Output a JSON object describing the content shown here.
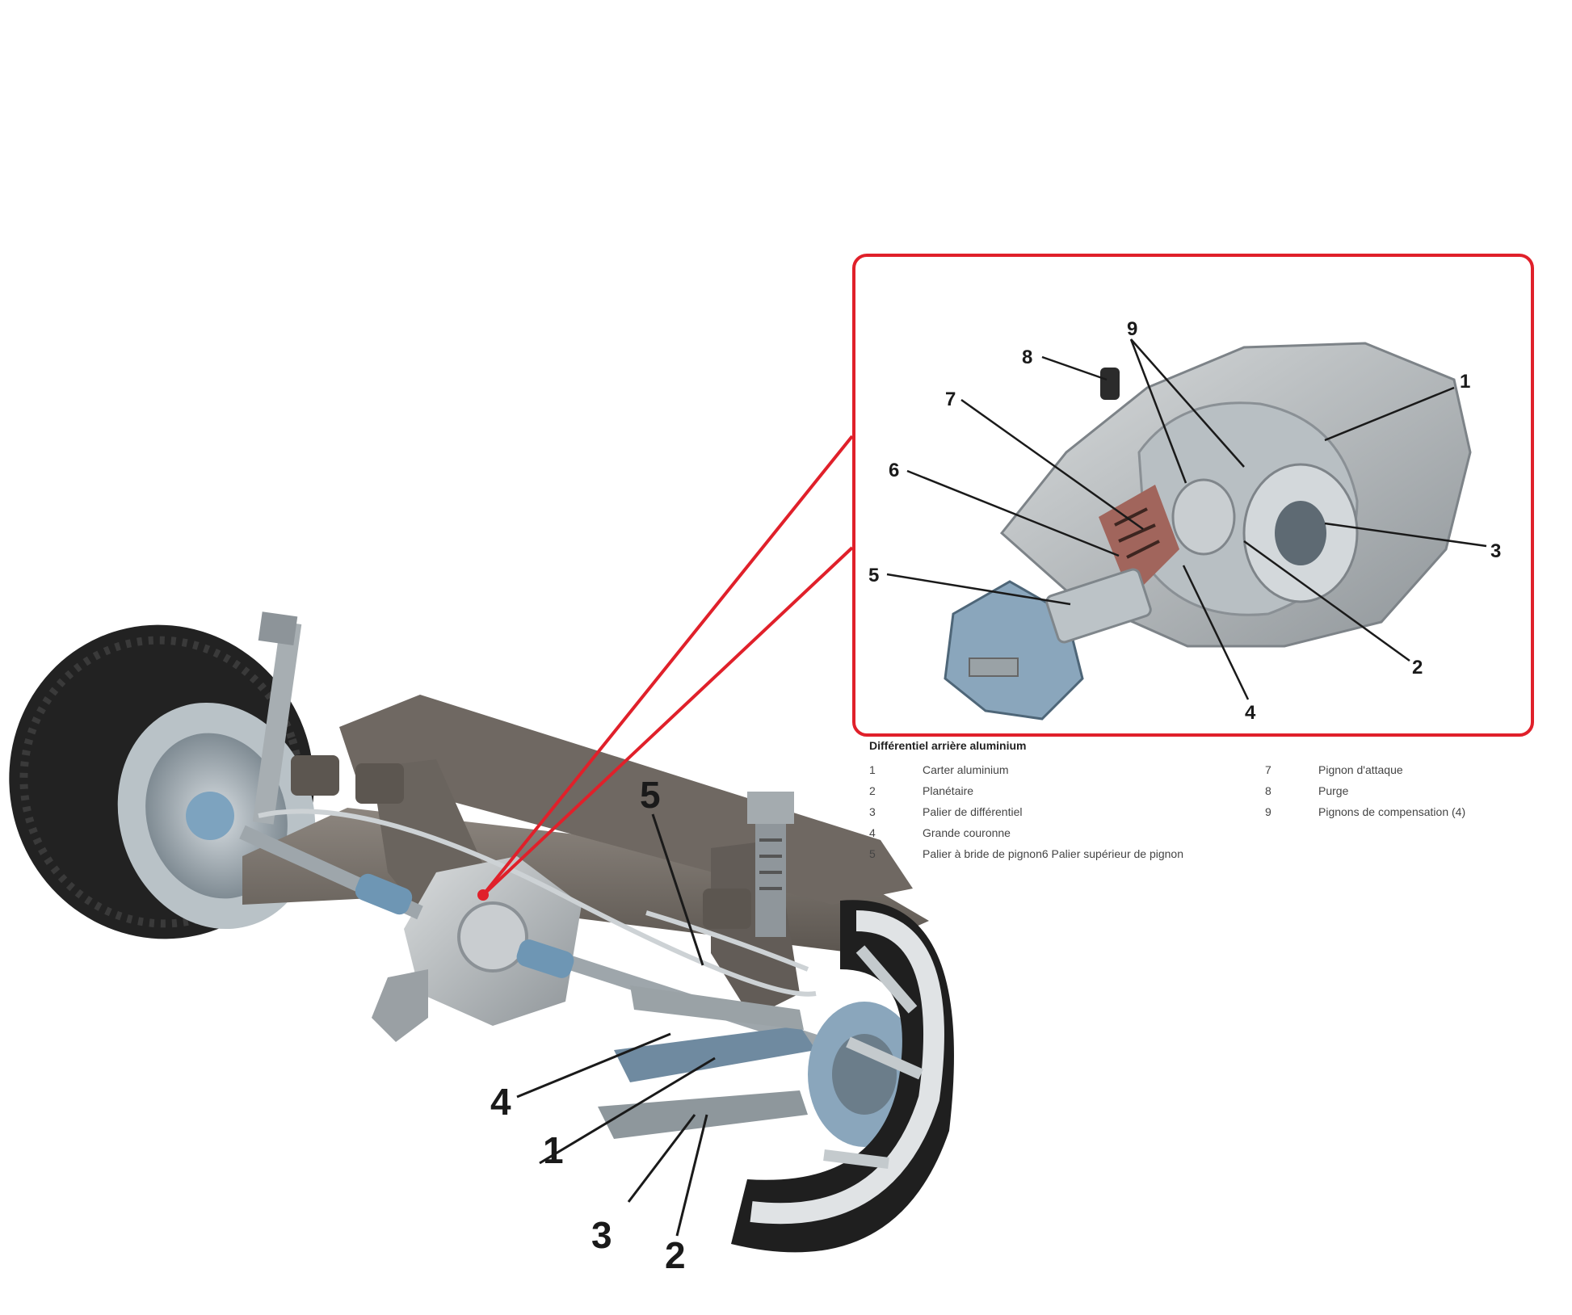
{
  "axle_callouts": [
    {
      "id": "1",
      "label": "1"
    },
    {
      "id": "2",
      "label": "2"
    },
    {
      "id": "3",
      "label": "3"
    },
    {
      "id": "4",
      "label": "4"
    },
    {
      "id": "5",
      "label": "5"
    }
  ],
  "detail_callouts": [
    {
      "id": "1",
      "label": "1"
    },
    {
      "id": "2",
      "label": "2"
    },
    {
      "id": "3",
      "label": "3"
    },
    {
      "id": "4",
      "label": "4"
    },
    {
      "id": "5",
      "label": "5"
    },
    {
      "id": "6",
      "label": "6"
    },
    {
      "id": "7",
      "label": "7"
    },
    {
      "id": "8",
      "label": "8"
    },
    {
      "id": "9",
      "label": "9"
    }
  ],
  "legend": {
    "title": "Différentiel arrière aluminium",
    "left_items": [
      {
        "num": "1",
        "text": "Carter aluminium"
      },
      {
        "num": "2",
        "text": "Planétaire"
      },
      {
        "num": "3",
        "text": "Palier de différentiel"
      },
      {
        "num": "4",
        "text": "Grande couronne"
      },
      {
        "num": "5",
        "text": "Palier à bride de pignon6   Palier supérieur de pignon"
      }
    ],
    "right_items": [
      {
        "num": "7",
        "text": "Pignon d'attaque"
      },
      {
        "num": "8",
        "text": "Purge"
      },
      {
        "num": "9",
        "text": "Pignons de compensation (4)"
      }
    ]
  },
  "colors": {
    "highlight": "#e0202a",
    "steel": "#8c9aa3",
    "frame": "#77706a",
    "tyre": "#1f1f1f",
    "accent_blue": "#6e96b4"
  }
}
